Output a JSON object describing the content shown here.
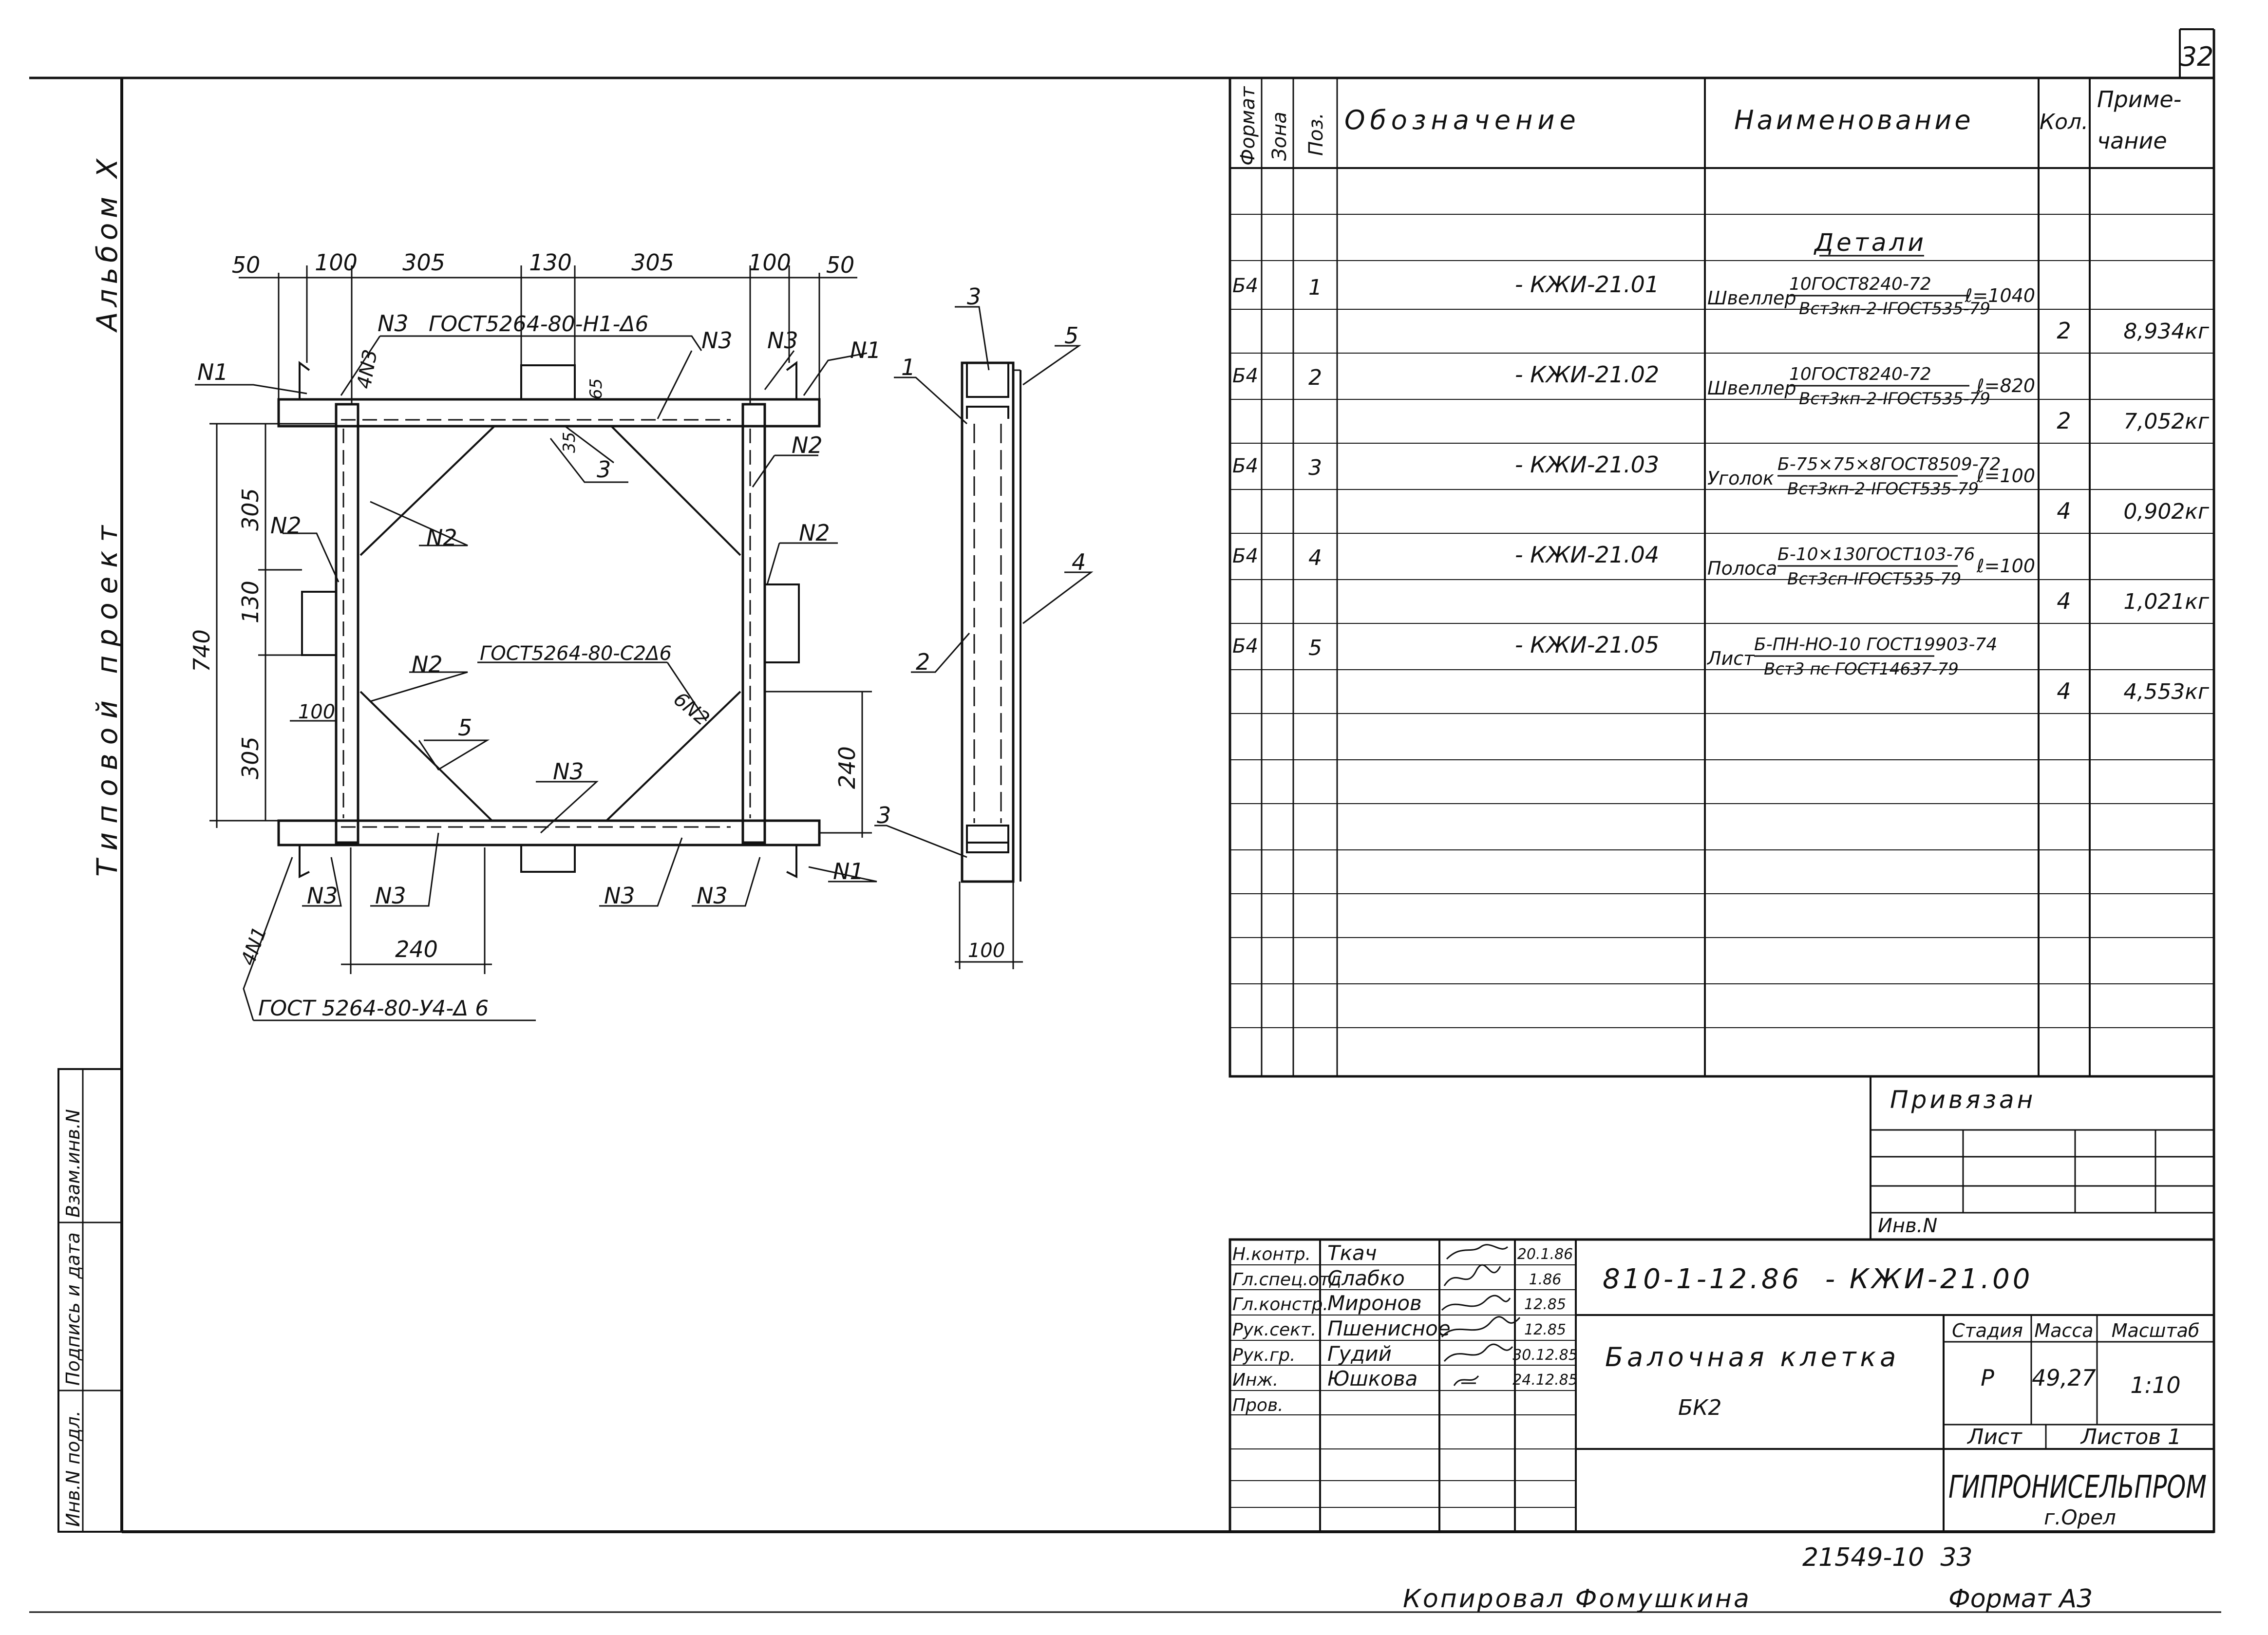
{
  "sheet_number": "32",
  "side_label_album": "Альбом X",
  "side_label_project": "Типовой проект",
  "side_stamp": [
    "Инв.N подл.",
    "Подпись и дата",
    "Взам.инв.N"
  ],
  "dimensions": {
    "top": [
      "50",
      "100",
      "305",
      "130",
      "305",
      "100",
      "50"
    ],
    "left": [
      "305",
      "130",
      "305",
      "740",
      "100"
    ],
    "right": [
      "240"
    ],
    "bottom": [
      "240"
    ],
    "side_view": [
      "100"
    ],
    "inner": [
      "65",
      "35"
    ]
  },
  "callouts": {
    "n1": "N1",
    "n2": "N2",
    "n3": "N3",
    "n3_small": "N3",
    "n1_bottom": "N1",
    "kn3": "4N3",
    "kn1": "4N1",
    "bn2": "6N2",
    "weld_top": "ГОСТ5264-80-Н1-Δ6",
    "weld_mid": "ГОСТ5264-80-С2Δ6",
    "weld_bottom": "ГОСТ 5264-80-У4-Δ 6",
    "pos": [
      "1",
      "2",
      "3",
      "4",
      "5"
    ]
  },
  "spec": {
    "headers": {
      "format": "Формат",
      "zone": "Зона",
      "pos": "Поз.",
      "designation": "Обозначение",
      "name": "Наименование",
      "qty": "Кол.",
      "note_1": "Приме-",
      "note_2": "чание"
    },
    "section": "Детали",
    "rows": [
      {
        "format": "Б4",
        "pos": "1",
        "designation": "- КЖИ-21.01",
        "name_prefix": "Швеллер",
        "name_top": "10ГОСТ8240-72",
        "name_bottom": "Вст3кп-2-IГОСТ535-79",
        "length": "ℓ=1040",
        "qty": "2",
        "note": "8,934кг"
      },
      {
        "format": "Б4",
        "pos": "2",
        "designation": "- КЖИ-21.02",
        "name_prefix": "Швеллер",
        "name_top": "10ГОСТ8240-72",
        "name_bottom": "Вст3кп-2-IГОСТ535-79",
        "length": "ℓ=820",
        "qty": "2",
        "note": "7,052кг"
      },
      {
        "format": "Б4",
        "pos": "3",
        "designation": "- КЖИ-21.03",
        "name_prefix": "Уголок",
        "name_top": "Б-75×75×8ГОСТ8509-72",
        "name_bottom": "Вст3кп-2-IГОСТ535-79",
        "length": "ℓ=100",
        "qty": "4",
        "note": "0,902кг"
      },
      {
        "format": "Б4",
        "pos": "4",
        "designation": "- КЖИ-21.04",
        "name_prefix": "Полоса",
        "name_top": "Б-10×130ГОСТ103-76",
        "name_bottom": "Вст3сп-IГОСТ535-79",
        "length": "ℓ=100",
        "qty": "4",
        "note": "1,021кг"
      },
      {
        "format": "Б4",
        "pos": "5",
        "designation": "- КЖИ-21.05",
        "name_prefix": "Лист",
        "name_top": "Б-ПН-НО-10 ГОСТ19903-74",
        "name_bottom": "Вст3 пс ГОСТ14637-79",
        "length": "",
        "qty": "4",
        "note": "4,553кг"
      }
    ]
  },
  "binding": {
    "title": "Привязан",
    "inv": "Инв.N"
  },
  "title_block": {
    "signatures": [
      {
        "role": "Н.контр.",
        "name": "Ткач",
        "date": "20.1.86"
      },
      {
        "role": "Гл.спец.отд",
        "name": "Слабко",
        "date": "1.86"
      },
      {
        "role": "Гл.констр.",
        "name": "Миронов",
        "date": "12.85"
      },
      {
        "role": "Рук.сект.",
        "name": "Пшенисное",
        "date": "12.85"
      },
      {
        "role": "Рук.гр.",
        "name": "Гудий",
        "date": "30.12.85"
      },
      {
        "role": "Инж.",
        "name": "Юшкова",
        "date": "24.12.85"
      },
      {
        "role": "Пров.",
        "name": "",
        "date": ""
      }
    ],
    "doc_code": "810-1-12.86  - КЖИ-21.00",
    "title": "Балочная клетка",
    "subtitle": "БК2",
    "stage_label": "Стадия",
    "stage": "Р",
    "mass_label": "Масса",
    "mass": "49,27",
    "scale_label": "Масштаб",
    "scale": "1:10",
    "sheet_label": "Лист",
    "sheets_label": "Листов 1",
    "org": "ГИПРОНИСЕЛЬПРОМ",
    "city": "г.Орел"
  },
  "footer": {
    "archive": "21549-10  33",
    "copied": "Копировал Фомушкина",
    "format": "Формат А3"
  }
}
